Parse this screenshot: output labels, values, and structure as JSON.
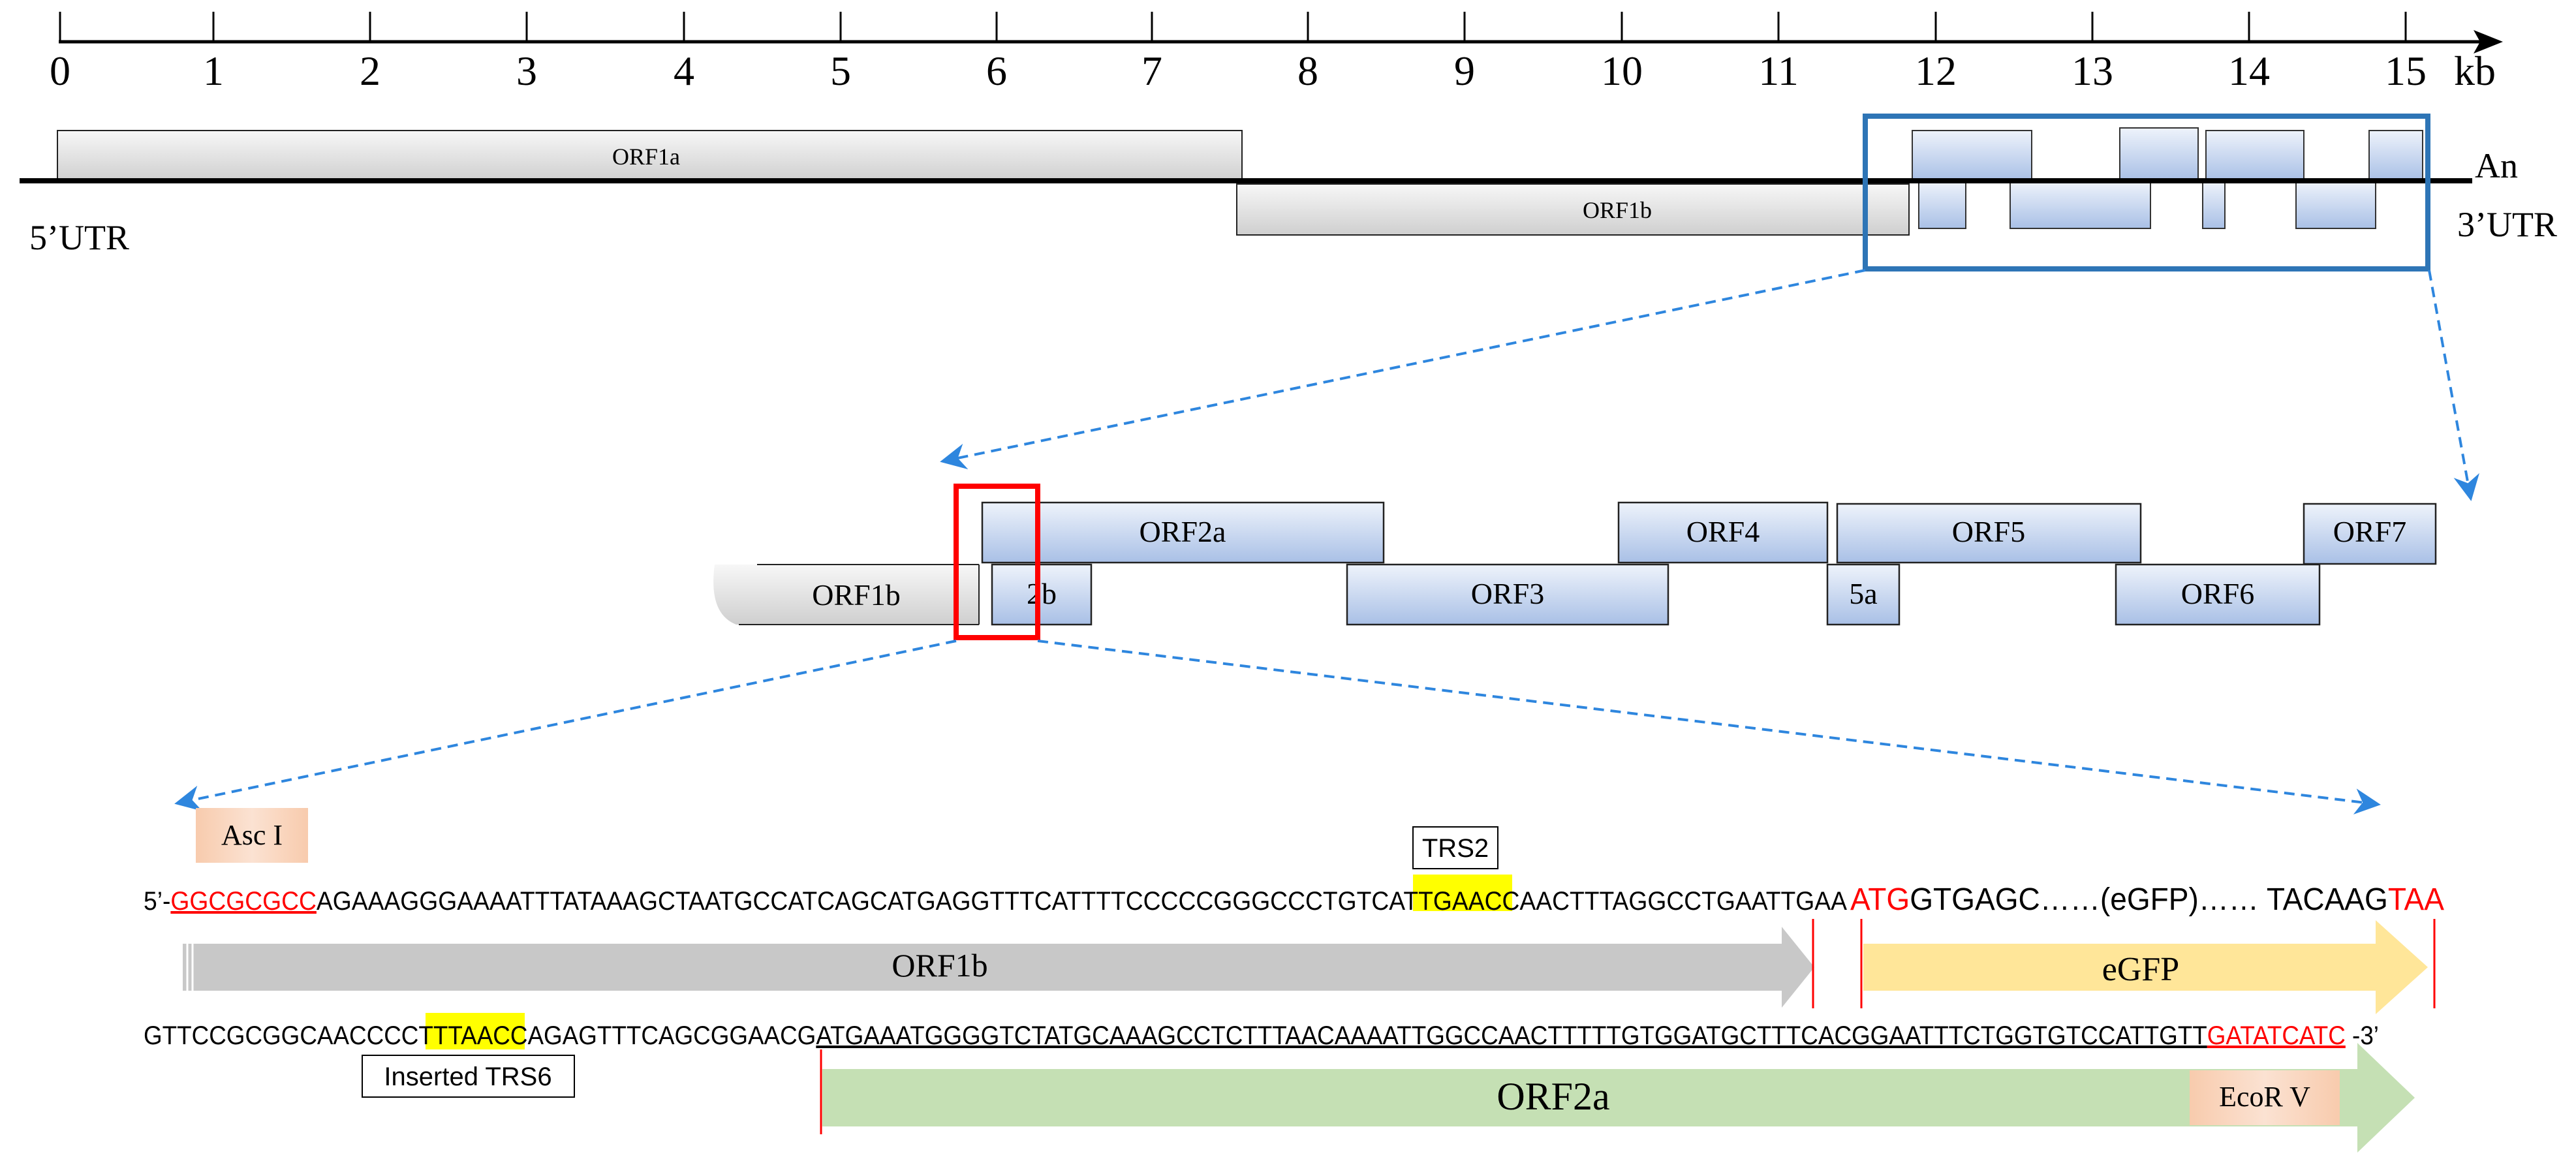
{
  "scale": {
    "ticks": [
      "0",
      "1",
      "2",
      "3",
      "4",
      "5",
      "6",
      "7",
      "8",
      "9",
      "10",
      "11",
      "12",
      "13",
      "14",
      "15"
    ],
    "unit": "kb"
  },
  "genome": {
    "orf1a": "ORF1a",
    "orf1b": "ORF1b",
    "utr5": "5’UTR",
    "utr3": "3’UTR",
    "poly_a": "An"
  },
  "zoom": {
    "orf1b": "ORF1b",
    "orf2a": "ORF2a",
    "orf2b": "2b",
    "orf3": "ORF3",
    "orf4": "ORF4",
    "orf5": "ORF5",
    "orf5a": "5a",
    "orf6": "ORF6",
    "orf7": "ORF7"
  },
  "sequence": {
    "asc_label": "Asc I",
    "trs2_label": "TRS2",
    "line1_prefix": "5’-",
    "asc_site": "GGCGCGCC",
    "line1_mid": "AGAAAGGGAAAATTTATAAAGCTAATGCCATCAGCATGAGGTTTCATTTTCCCCCGGGCCCTGTCAT",
    "trs2_seq": "TGAACC",
    "line1_end": "AACTTTAGGCCTGAATTGAA",
    "start_codon": "ATG",
    "egfp_seq": "GTGAGC……(eGFP)…… TACAAG",
    "stop_codon": "TAA",
    "orf1b_arrow": "ORF1b",
    "egfp_arrow": "eGFP",
    "line2_start": "GTTCCGCGGCAACCCCT",
    "trs6_seq": "TTAACC",
    "line2_mid": "AGAGTTTCAGCGGAACG",
    "line2_orf2a": "ATGAAATGGGGTCTATGCAAAGCCTCTTTAACAAAATTGGCCAACTTTTTGTGGATGCTTTCACGGAATTTCTGGTGTCCATTGTT",
    "ecorv_site": "GATATCATC",
    "line2_suffix": " -3’",
    "trs6_label": "Inserted TRS6",
    "orf2a_arrow": "ORF2a",
    "ecorv_label": "EcoR V"
  },
  "colors": {
    "blue_box": "#2e75b6",
    "red_box": "#ff0000",
    "dash_arrow": "#2e86de",
    "highlight": "#ffff00",
    "orf1b_arrow": "#c8c8c8",
    "egfp_arrow": "#ffe699",
    "orf2a_arrow": "#c5e0b4",
    "site_label": "#f8cbad"
  }
}
